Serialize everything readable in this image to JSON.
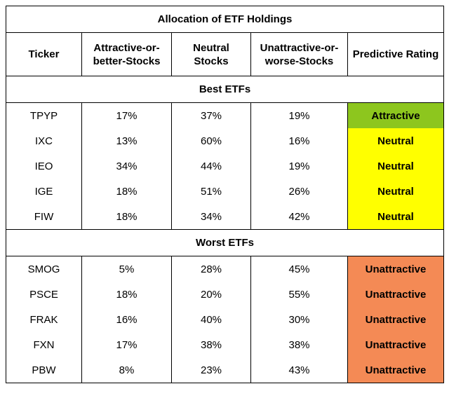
{
  "title": "Allocation of ETF Holdings",
  "headers": {
    "ticker": "Ticker",
    "attractive_line1": "Attractive-or-",
    "attractive_line2": "better-Stocks",
    "neutral_line1": "Neutral",
    "neutral_line2": "Stocks",
    "unattractive_line1": "Unattractive-or-",
    "unattractive_line2": "worse-Stocks",
    "rating": "Predictive Rating"
  },
  "best": {
    "label": "Best ETFs",
    "rows": [
      {
        "ticker": "TPYP",
        "attractive": "17%",
        "neutral": "37%",
        "unattractive": "19%",
        "rating": "Attractive"
      },
      {
        "ticker": "IXC",
        "attractive": "13%",
        "neutral": "60%",
        "unattractive": "16%",
        "rating": "Neutral"
      },
      {
        "ticker": "IEO",
        "attractive": "34%",
        "neutral": "44%",
        "unattractive": "19%",
        "rating": "Neutral"
      },
      {
        "ticker": "IGE",
        "attractive": "18%",
        "neutral": "51%",
        "unattractive": "26%",
        "rating": "Neutral"
      },
      {
        "ticker": "FIW",
        "attractive": "18%",
        "neutral": "34%",
        "unattractive": "42%",
        "rating": "Neutral"
      }
    ]
  },
  "worst": {
    "label": "Worst ETFs",
    "rows": [
      {
        "ticker": "SMOG",
        "attractive": "5%",
        "neutral": "28%",
        "unattractive": "45%",
        "rating": "Unattractive"
      },
      {
        "ticker": "PSCE",
        "attractive": "18%",
        "neutral": "20%",
        "unattractive": "55%",
        "rating": "Unattractive"
      },
      {
        "ticker": "FRAK",
        "attractive": "16%",
        "neutral": "40%",
        "unattractive": "30%",
        "rating": "Unattractive"
      },
      {
        "ticker": "FXN",
        "attractive": "17%",
        "neutral": "38%",
        "unattractive": "38%",
        "rating": "Unattractive"
      },
      {
        "ticker": "PBW",
        "attractive": "8%",
        "neutral": "23%",
        "unattractive": "43%",
        "rating": "Unattractive"
      }
    ]
  },
  "colors": {
    "attractive": "#8dc61e",
    "neutral": "#ffff00",
    "unattractive": "#f48a55"
  }
}
